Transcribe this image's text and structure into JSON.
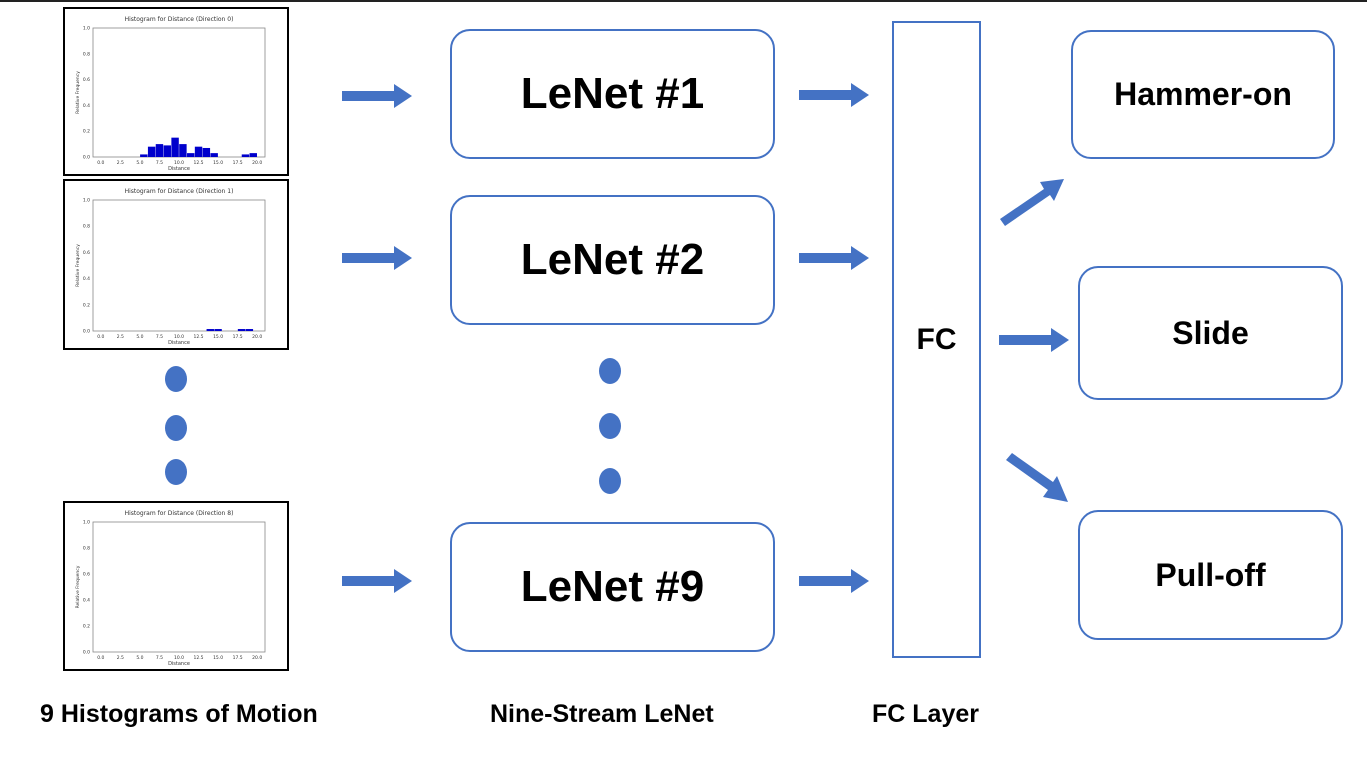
{
  "histograms": [
    {
      "title": "Histogram for Distance (Direction 0)",
      "xlabel": "Distance",
      "ylabel": "Relative Frequency",
      "xticks": [
        "0.0",
        "2.5",
        "5.0",
        "7.5",
        "10.0",
        "12.5",
        "15.0",
        "17.5",
        "20.0"
      ],
      "yticks": [
        "0.0",
        "0.2",
        "0.4",
        "0.6",
        "0.8",
        "1.0"
      ],
      "bars": [
        {
          "x": 5.5,
          "y": 0.02
        },
        {
          "x": 6.5,
          "y": 0.08
        },
        {
          "x": 7.5,
          "y": 0.1
        },
        {
          "x": 8.5,
          "y": 0.09
        },
        {
          "x": 9.5,
          "y": 0.15
        },
        {
          "x": 10.5,
          "y": 0.1
        },
        {
          "x": 11.5,
          "y": 0.03
        },
        {
          "x": 12.5,
          "y": 0.08
        },
        {
          "x": 13.5,
          "y": 0.07
        },
        {
          "x": 14.5,
          "y": 0.03
        },
        {
          "x": 18.5,
          "y": 0.02
        },
        {
          "x": 19.5,
          "y": 0.03
        }
      ]
    },
    {
      "title": "Histogram for Distance (Direction 1)",
      "xlabel": "Distance",
      "ylabel": "Relative Frequency",
      "xticks": [
        "0.0",
        "2.5",
        "5.0",
        "7.5",
        "10.0",
        "12.5",
        "15.0",
        "17.5",
        "20.0"
      ],
      "yticks": [
        "0.0",
        "0.2",
        "0.4",
        "0.6",
        "0.8",
        "1.0"
      ],
      "bars": [
        {
          "x": 14.0,
          "y": 0.015
        },
        {
          "x": 15.0,
          "y": 0.015
        },
        {
          "x": 18.0,
          "y": 0.015
        },
        {
          "x": 19.0,
          "y": 0.015
        }
      ]
    },
    {
      "title": "Histogram for Distance (Direction 8)",
      "xlabel": "Distance",
      "ylabel": "Relative Frequency",
      "xticks": [
        "0.0",
        "2.5",
        "5.0",
        "7.5",
        "10.0",
        "12.5",
        "15.0",
        "17.5",
        "20.0"
      ],
      "yticks": [
        "0.0",
        "0.2",
        "0.4",
        "0.6",
        "0.8",
        "1.0"
      ],
      "bars": []
    }
  ],
  "streams": [
    "LeNet #1",
    "LeNet #2",
    "LeNet #9"
  ],
  "fc_label": "FC",
  "outputs": [
    "Hammer-on",
    "Slide",
    "Pull-off"
  ],
  "captions": {
    "input": "9 Histograms of Motion",
    "streams": "Nine-Stream LeNet",
    "fc": "FC Layer"
  },
  "colors": {
    "accent": "#4472c4",
    "bar": "#0000cc"
  }
}
